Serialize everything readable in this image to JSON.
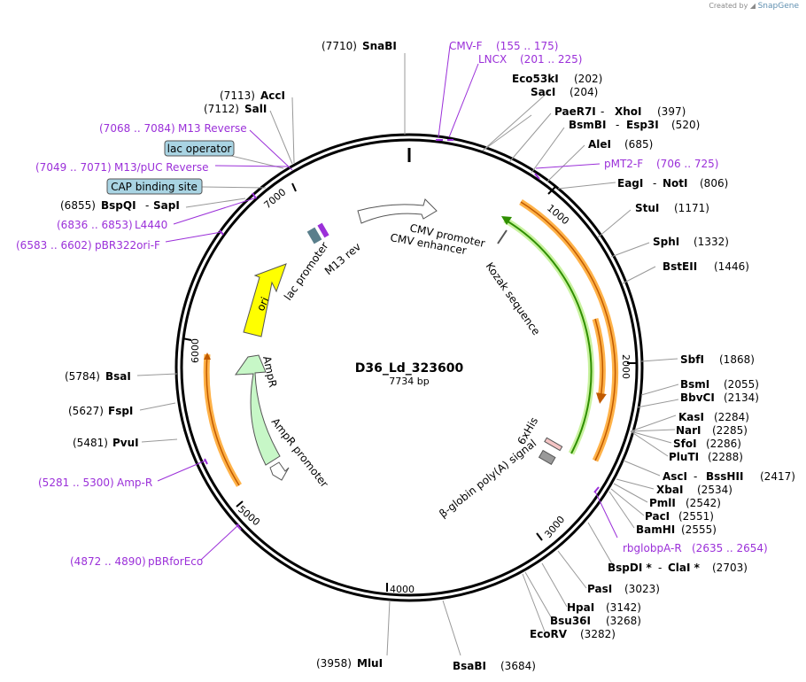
{
  "credit": {
    "prefix": "Created by",
    "brand": "SnapGene"
  },
  "plasmid": {
    "name": "D36_Ld_323600",
    "size": "7734 bp"
  },
  "ticks": [
    "1000",
    "2000",
    "3000",
    "4000",
    "5000",
    "6000",
    "7000"
  ],
  "enzymes": [
    {
      "pos": "(7710)",
      "name": "SnaBI"
    },
    {
      "pos": "(202)",
      "name": "Eco53kI"
    },
    {
      "pos": "(204)",
      "name": "SacI"
    },
    {
      "pos": "(397)",
      "name": "PaeR7I",
      "name2": "XhoI"
    },
    {
      "pos": "(520)",
      "name": "BsmBI",
      "name2": "Esp3I"
    },
    {
      "pos": "(685)",
      "name": "AleI"
    },
    {
      "pos": "(806)",
      "name": "EagI",
      "name2": "NotI"
    },
    {
      "pos": "(1171)",
      "name": "StuI"
    },
    {
      "pos": "(1332)",
      "name": "SphI"
    },
    {
      "pos": "(1446)",
      "name": "BstEII"
    },
    {
      "pos": "(1868)",
      "name": "SbfI"
    },
    {
      "pos": "(2055)",
      "name": "BsmI"
    },
    {
      "pos": "(2134)",
      "name": "BbvCI"
    },
    {
      "pos": "(2284)",
      "name": "KasI"
    },
    {
      "pos": "(2285)",
      "name": "NarI"
    },
    {
      "pos": "(2286)",
      "name": "SfoI"
    },
    {
      "pos": "(2288)",
      "name": "PluTI"
    },
    {
      "pos": "(2417)",
      "name": "AscI",
      "name2": "BssHII"
    },
    {
      "pos": "(2534)",
      "name": "XbaI"
    },
    {
      "pos": "(2542)",
      "name": "PmlI"
    },
    {
      "pos": "(2551)",
      "name": "PacI"
    },
    {
      "pos": "(2555)",
      "name": "BamHI"
    },
    {
      "pos": "(2703)",
      "name": "BspDI *",
      "name2": "ClaI *"
    },
    {
      "pos": "(3023)",
      "name": "PasI"
    },
    {
      "pos": "(3142)",
      "name": "HpaI"
    },
    {
      "pos": "(3268)",
      "name": "Bsu36I"
    },
    {
      "pos": "(3282)",
      "name": "EcoRV"
    },
    {
      "pos": "(3684)",
      "name": "BsaBI"
    },
    {
      "pos": "(3958)",
      "name": "MluI"
    },
    {
      "pos": "(5481)",
      "name": "PvuI"
    },
    {
      "pos": "(5627)",
      "name": "FspI"
    },
    {
      "pos": "(5784)",
      "name": "BsaI"
    },
    {
      "pos": "(6855)",
      "name": "BspQI",
      "name2": "SapI"
    },
    {
      "pos": "(7112)",
      "name": "SalI"
    },
    {
      "pos": "(7113)",
      "name": "AccI"
    }
  ],
  "primers": [
    {
      "name": "CMV-F",
      "range": "(155 .. 175)"
    },
    {
      "name": "LNCX",
      "range": "(201 .. 225)"
    },
    {
      "name": "pMT2-F",
      "range": "(706 .. 725)"
    },
    {
      "name": "rbglobpA-R",
      "range": "(2635 .. 2654)"
    },
    {
      "name": "pBRforEco",
      "range": "(4872 .. 4890)"
    },
    {
      "name": "Amp-R",
      "range": "(5281 .. 5300)"
    },
    {
      "name": "pBR322ori-F",
      "range": "(6583 .. 6602)"
    },
    {
      "name": "L4440",
      "range": "(6836 .. 6853)"
    },
    {
      "name": "M13/pUC Reverse",
      "range": "(7049 .. 7071)"
    },
    {
      "name": "M13 Reverse",
      "range": "(7068 .. 7084)"
    }
  ],
  "boxed_features": [
    "lac operator",
    "CAP binding site"
  ],
  "features": {
    "cmv_enhancer": "CMV enhancer",
    "cmv_promoter": "CMV promoter",
    "kozak": "Kozak sequence",
    "his": "6xHis",
    "polya": "β-globin poly(A) signal",
    "ampr": "AmpR",
    "ampr_promoter": "AmpR promoter",
    "ori": "ori",
    "lac_promoter": "lac promoter",
    "m13_rev": "M13 rev"
  },
  "colors": {
    "primer": "#9b30d9",
    "green": "#2f8f00",
    "orange": "#ff9f1a",
    "ori": "#ffff00",
    "ampr": "#c7f7c7",
    "box": "#a9d4e3"
  }
}
